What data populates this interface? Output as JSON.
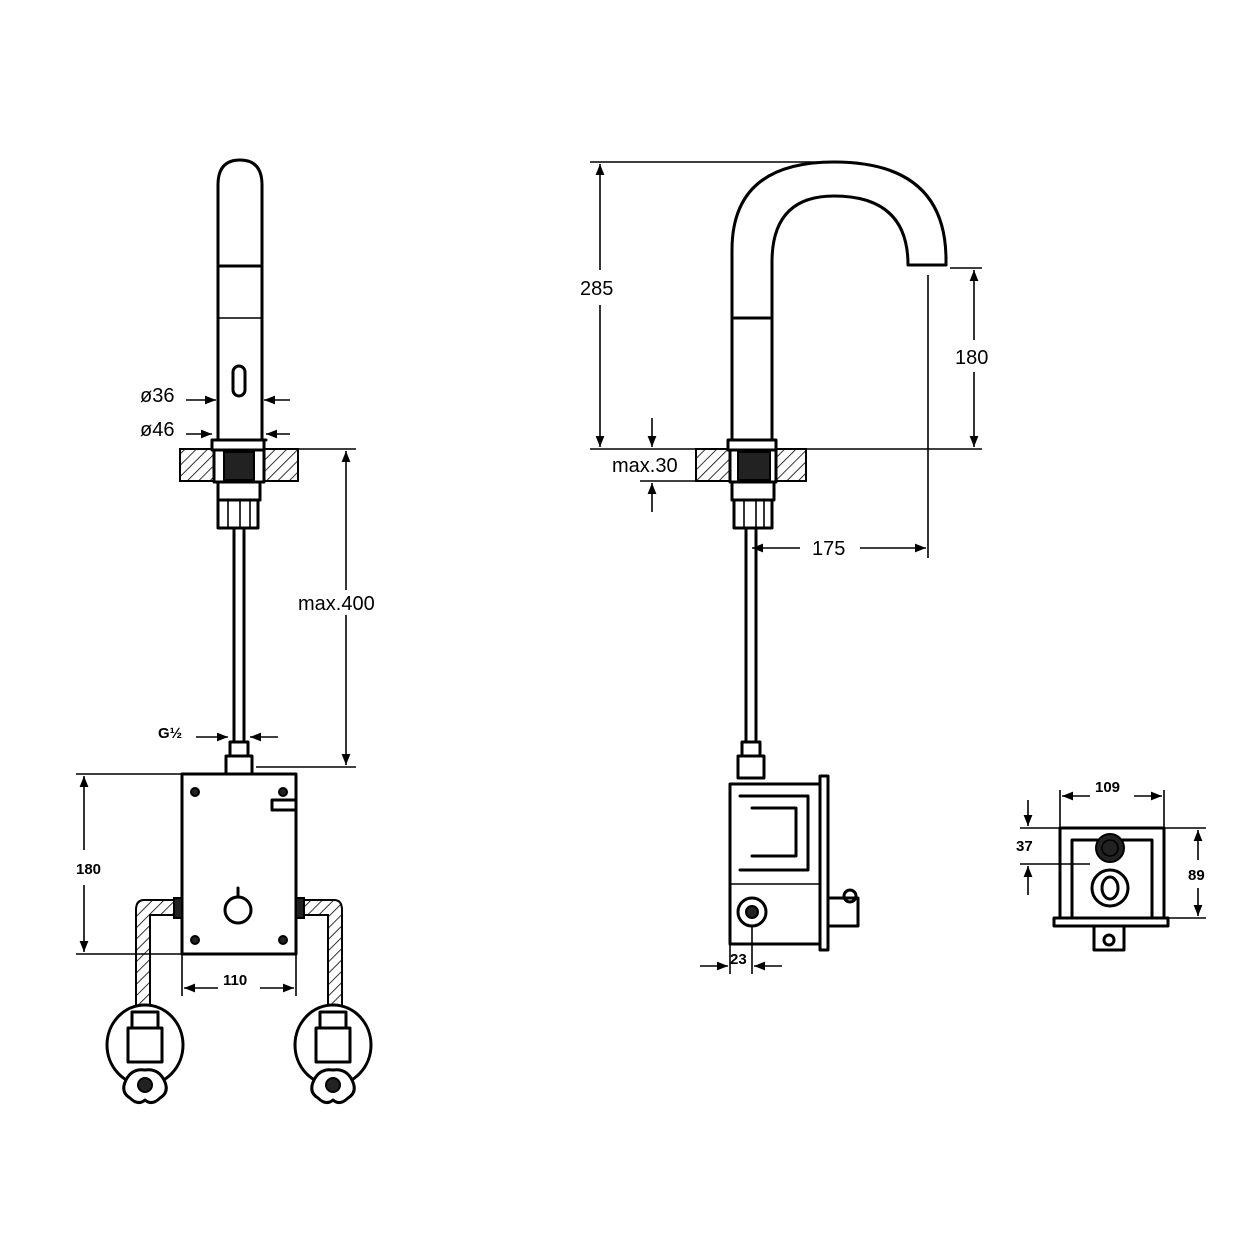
{
  "front_view": {
    "dia_inner": "ø36",
    "dia_outer": "ø46",
    "max_length": "max.400",
    "thread": "G½",
    "box_height": "180",
    "box_width": "110"
  },
  "side_view": {
    "total_height": "285",
    "spout_height": "180",
    "max_thickness": "max.30",
    "reach": "175",
    "box_depth": "23"
  },
  "top_view": {
    "width": "109",
    "offset": "37",
    "depth": "89"
  }
}
